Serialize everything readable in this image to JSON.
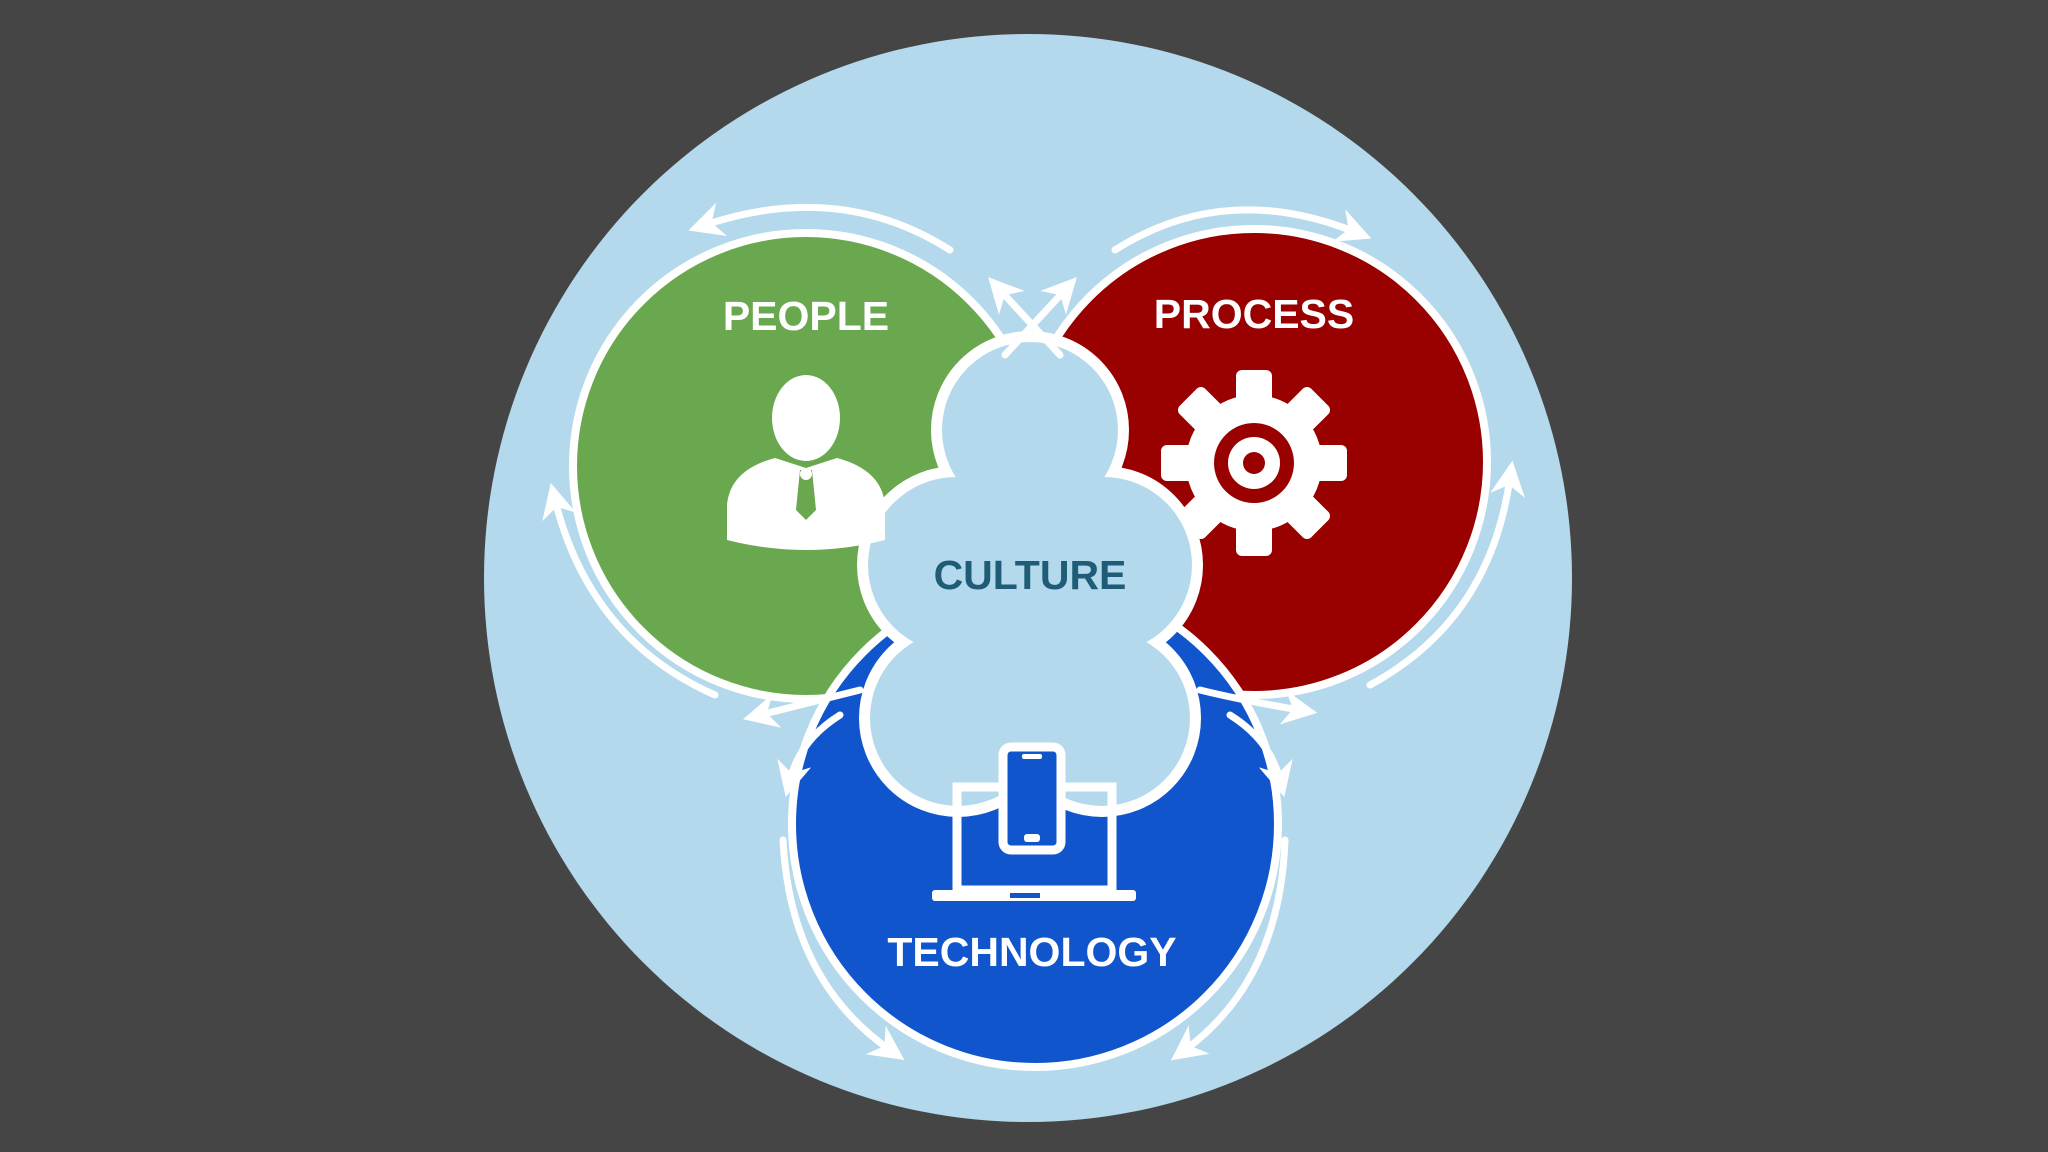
{
  "diagram": {
    "people": {
      "label": "PEOPLE",
      "icon": "person-icon",
      "color": "#6aa84f"
    },
    "process": {
      "label": "PROCESS",
      "icon": "gear-icon",
      "color": "#990000"
    },
    "technology": {
      "label": "TECHNOLOGY",
      "icon": "devices-icon",
      "color": "#1155cc"
    },
    "culture": {
      "label": "CULTURE",
      "color": "#b4d9ec",
      "text_color": "#1f5c77"
    },
    "background_color": "#454545",
    "outer_circle_color": "#b4d9ec"
  }
}
